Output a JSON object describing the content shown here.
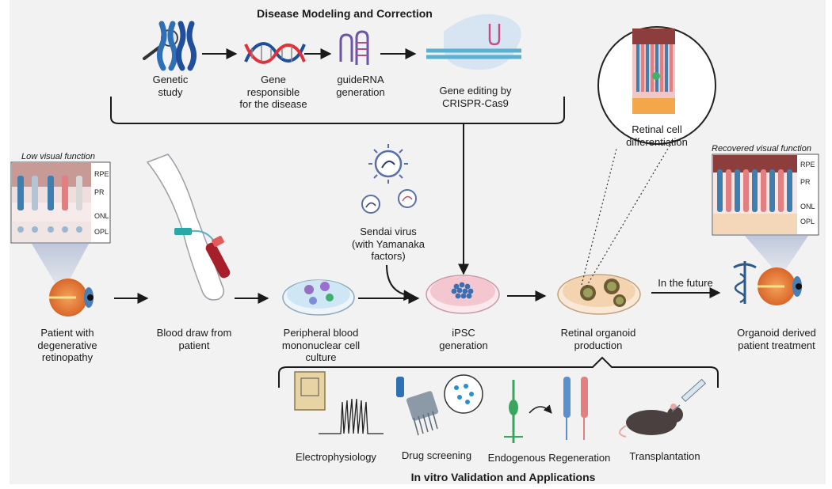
{
  "titles": {
    "top": "Disease Modeling and Correction",
    "bottom": "In vitro Validation and Applications"
  },
  "top_row": {
    "genetic_study": [
      "Genetic",
      "study"
    ],
    "gene_responsible": [
      "Gene",
      "responsible",
      "for the disease"
    ],
    "guide_rna": [
      "guideRNA",
      "generation"
    ],
    "gene_editing": [
      "Gene editing by",
      "CRISPR-Cas9"
    ]
  },
  "retina_panels": {
    "low_title": "Low visual function",
    "recovered_title": "Recovered visual function",
    "layers": [
      "RPE",
      "PR",
      "ONL",
      "OPL"
    ]
  },
  "middle_row": {
    "patient": [
      "Patient with",
      "degenerative",
      "retinopathy"
    ],
    "blood_draw": [
      "Blood draw from",
      "patient"
    ],
    "pbmc": [
      "Peripheral blood",
      "mononuclear cell",
      "culture"
    ],
    "sendai": [
      "Sendai virus",
      "(with Yamanaka",
      "factors)"
    ],
    "ipsc": [
      "iPSC",
      "generation"
    ],
    "organoid": [
      "Retinal organoid",
      "production"
    ],
    "retinal_cell_diff": [
      "Retinal cell",
      "differentiation"
    ],
    "future": "In the future",
    "treatment": [
      "Organoid derived",
      "patient treatment"
    ]
  },
  "applications": {
    "electrophysiology": "Electrophysiology",
    "drug_screening": "Drug screening",
    "endogenous_regeneration": "Endogenous Regeneration",
    "transplantation": "Transplantation"
  },
  "colors": {
    "background": "#f2f2f2",
    "arrow": "#1a1a1a",
    "dna_blue": "#1f4e9c",
    "dna_red": "#e0303a",
    "chromosome": "#2e6fb6",
    "ipsc_dish": "#f4c6cf",
    "pbmc_dish": "#cfe6f4",
    "organoid_dish": "#f3d3b0",
    "rpe": "#8e3d3d",
    "photoreceptor_blue": "#3f7fb0",
    "photoreceptor_red": "#e27f80"
  },
  "icons": [
    "magnifier-icon",
    "chromosome-icon",
    "dna-helix-icon",
    "guide-rna-icon",
    "crispr-icon",
    "virus-icon",
    "petri-dish-icon",
    "arm-icon",
    "blood-tube-icon",
    "eye-icon",
    "caduceus-icon",
    "pipette-icon",
    "mouse-icon",
    "syringe-icon",
    "microelectrode-icon"
  ]
}
